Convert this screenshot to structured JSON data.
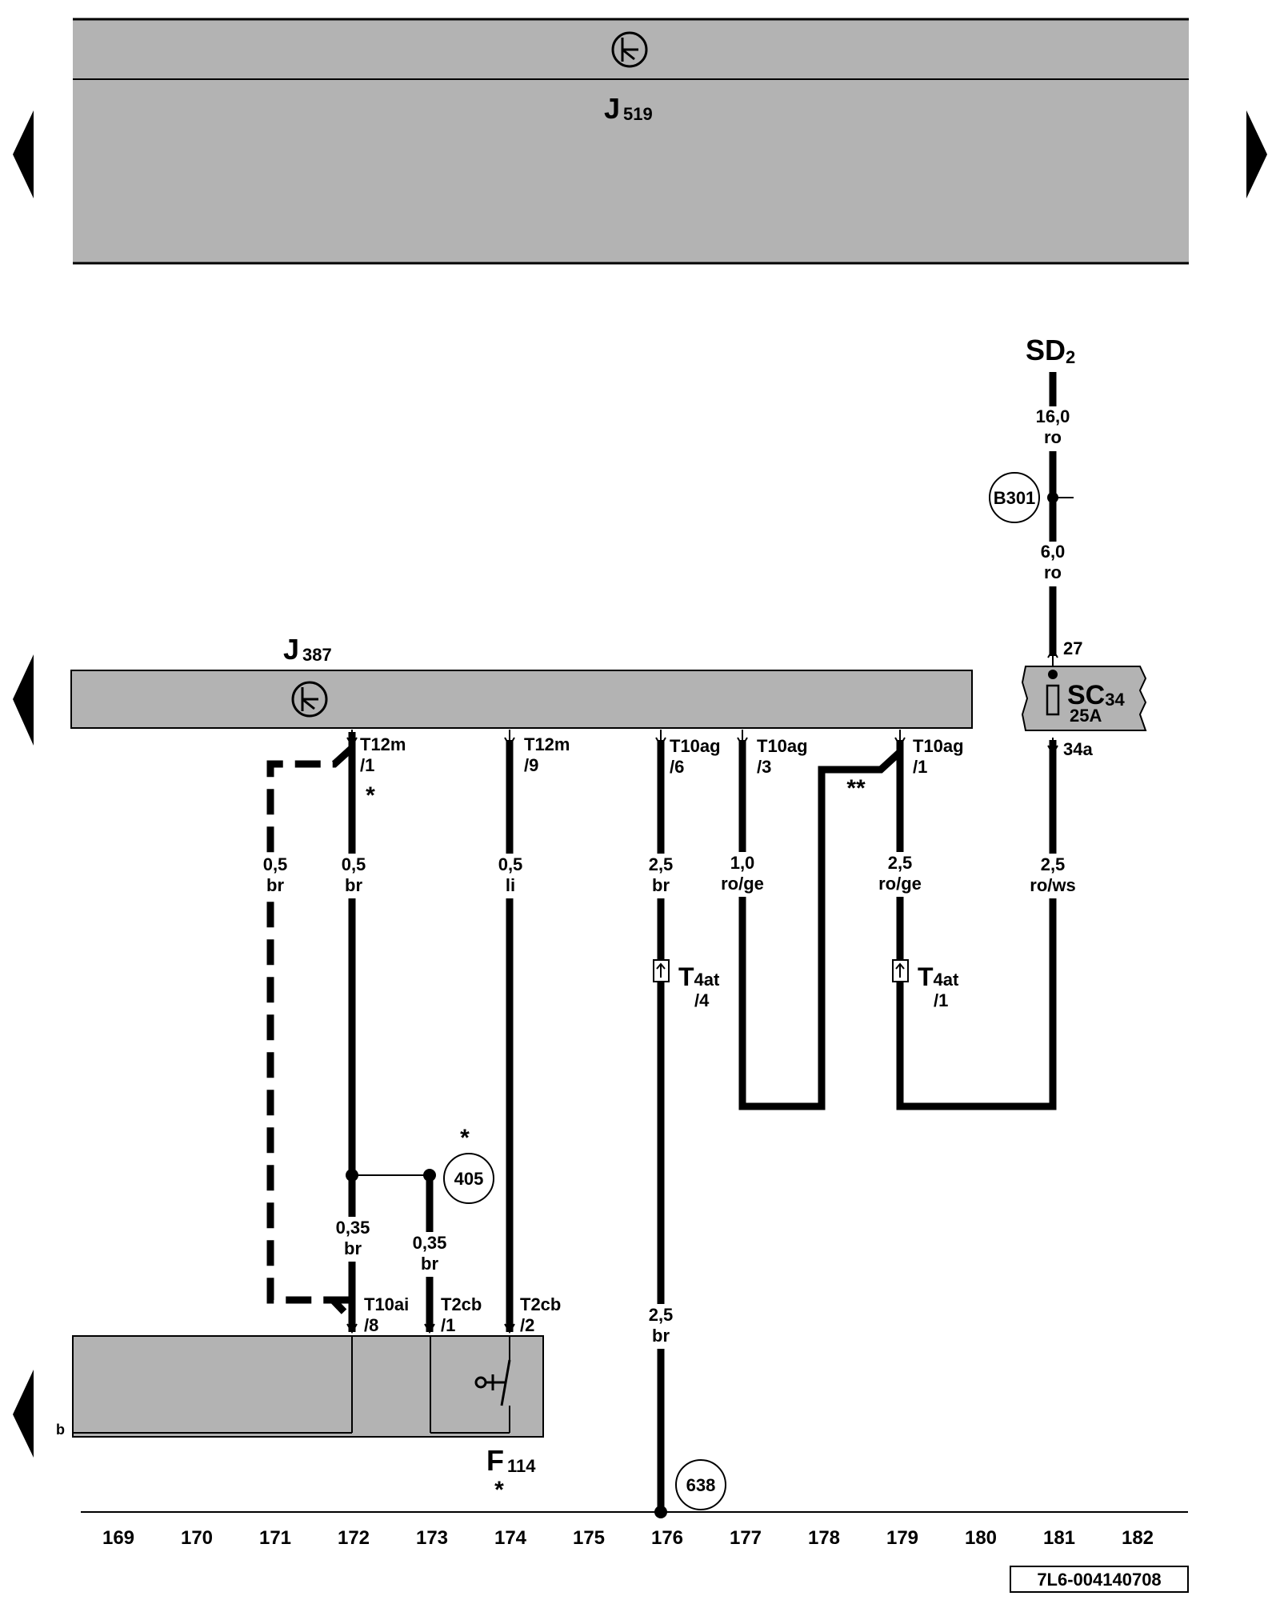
{
  "modules": {
    "j519": {
      "name": "J",
      "sub": "519"
    },
    "j387": {
      "name": "J",
      "sub": "387"
    },
    "f114": {
      "name": "F",
      "sub": "114",
      "note": "*"
    },
    "sc34": {
      "name": "SC",
      "sub": "34",
      "rating": "25A"
    },
    "sd2": {
      "name": "SD",
      "sub": "2"
    }
  },
  "connectors": {
    "t12m_1": {
      "name": "T12m",
      "pin": "/1"
    },
    "t12m_9": {
      "name": "T12m",
      "pin": "/9"
    },
    "t10ag_6": {
      "name": "T10ag",
      "pin": "/6"
    },
    "t10ag_3": {
      "name": "T10ag",
      "pin": "/3"
    },
    "t10ag_1": {
      "name": "T10ag",
      "pin": "/1"
    },
    "t10ai_8": {
      "name": "T10ai",
      "pin": "/8"
    },
    "t2cb_1": {
      "name": "T2cb",
      "pin": "/1"
    },
    "t2cb_2": {
      "name": "T2cb",
      "pin": "/2"
    },
    "t4at_4": {
      "name": "T",
      "sub": "4at",
      "pin": "/4"
    },
    "t4at_1": {
      "name": "T",
      "sub": "4at",
      "pin": "/1"
    },
    "pin_27": "27",
    "pin_34a": "34a"
  },
  "wires": {
    "w171": {
      "size": "0,5",
      "color": "br"
    },
    "w172a": {
      "size": "0,5",
      "color": "br"
    },
    "w172b": {
      "size": "0,35",
      "color": "br"
    },
    "w173": {
      "size": "0,35",
      "color": "br"
    },
    "w174": {
      "size": "0,5",
      "color": "li"
    },
    "w176a": {
      "size": "2,5",
      "color": "br"
    },
    "w176b": {
      "size": "2,5",
      "color": "br"
    },
    "w177": {
      "size": "1,0",
      "color": "ro/ge"
    },
    "w179": {
      "size": "2,5",
      "color": "ro/ge"
    },
    "w181a": {
      "size": "16,0",
      "color": "ro"
    },
    "w181b": {
      "size": "6,0",
      "color": "ro"
    },
    "w181c": {
      "size": "2,5",
      "color": "ro/ws"
    }
  },
  "junctions": {
    "b301": "B301",
    "c405": "405",
    "c638": "638"
  },
  "notes": {
    "star1": "*",
    "star2": "*",
    "double_star": "**",
    "b_label": "b"
  },
  "axis": [
    "169",
    "170",
    "171",
    "172",
    "173",
    "174",
    "175",
    "176",
    "177",
    "178",
    "179",
    "180",
    "181",
    "182"
  ],
  "footer_code": "7L6-004140708"
}
